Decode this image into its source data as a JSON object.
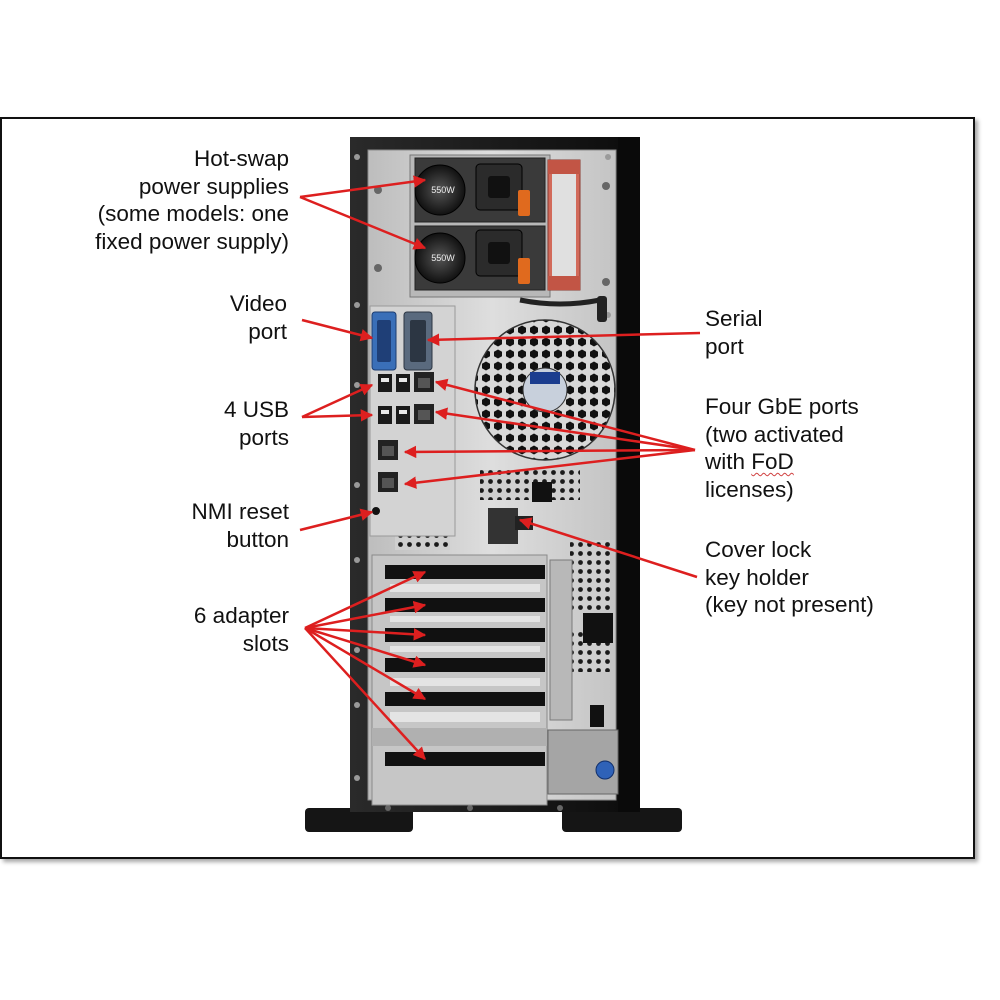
{
  "callouts": {
    "power_supplies": [
      "Hot-swap",
      "power supplies",
      "(some models: one",
      "fixed power supply)"
    ],
    "video_port": [
      "Video",
      "port"
    ],
    "usb_ports": [
      "4 USB",
      "ports"
    ],
    "nmi_reset": [
      "NMI reset",
      "button"
    ],
    "adapter_slots": [
      "6 adapter",
      "slots"
    ],
    "serial_port": [
      "Serial",
      "port"
    ],
    "gbe_ports": [
      "Four GbE ports",
      "(two activated",
      "with ",
      "FoD",
      " ",
      "licenses)"
    ],
    "cover_lock": [
      "Cover lock",
      "key holder",
      "(key not present)"
    ]
  },
  "psu": {
    "rating_top": "550W",
    "rating_bottom": "550W"
  },
  "colors": {
    "arrow": "#dd1f1f",
    "chassis": "#151515",
    "panel": "#cfcfcf",
    "text": "#111111",
    "video_connector": "#3a6fb8"
  }
}
